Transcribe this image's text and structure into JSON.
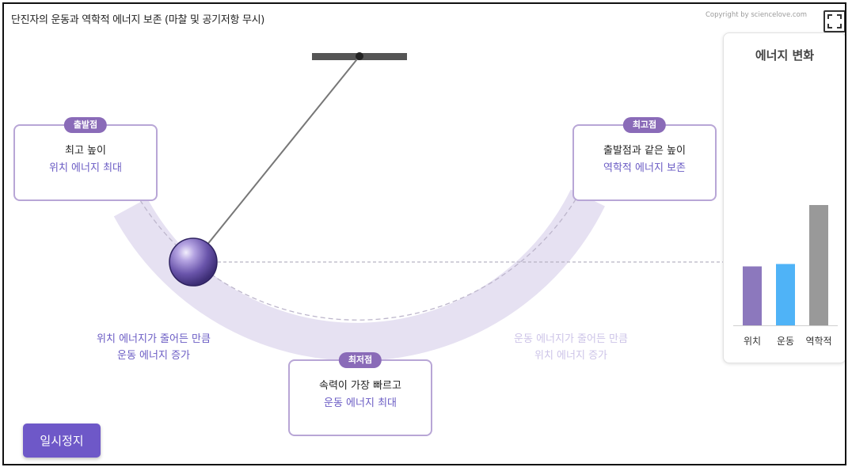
{
  "app": {
    "title": "단진자의 운동과 역학적 에너지 보존 (마찰 및 공기저항 무시)",
    "copyright": "Copyright by sciencelove.com"
  },
  "colors": {
    "accent": "#6e58c8",
    "badge": "#8a6bb8",
    "potential": "#8c78bd",
    "kinetic": "#4fb3f7",
    "mechanical": "#999999",
    "track": "#e6e1f2"
  },
  "icons": {
    "fullscreen": "fullscreen-expand-icon"
  },
  "points": {
    "start": {
      "badge": "출발점",
      "line1": "최고 높이",
      "line2": "위치 에너지 최대"
    },
    "top": {
      "badge": "최고점",
      "line1": "출발점과 같은 높이",
      "line2": "역학적 에너지 보존"
    },
    "bottom": {
      "badge": "최저점",
      "line1": "속력이 가장 빠르고",
      "line2": "운동 에너지 최대"
    }
  },
  "captions": {
    "left": {
      "line1": "위치 에너지가 줄어든 만큼",
      "line2": "운동 에너지 증가"
    },
    "right": {
      "line1": "운동 에너지가 줄어든 만큼",
      "line2": "위치 에너지 증가"
    }
  },
  "energy": {
    "title": "에너지 변화",
    "bars": [
      {
        "label": "위치",
        "value": 0.49,
        "color": "#8c78bd"
      },
      {
        "label": "운동",
        "value": 0.51,
        "color": "#4fb3f7"
      },
      {
        "label": "역학적",
        "value": 1.0,
        "color": "#999999"
      }
    ]
  },
  "controls": {
    "pause_label": "일시정지"
  }
}
